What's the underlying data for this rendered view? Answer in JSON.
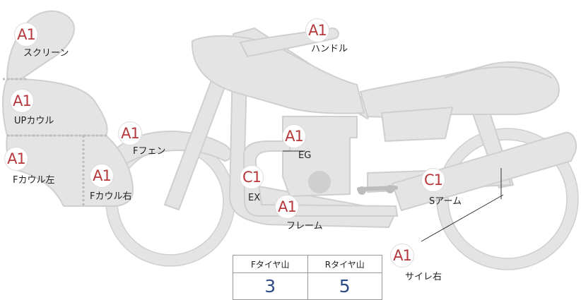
{
  "parts": [
    {
      "id": "screen",
      "grade": "A1",
      "label": "スクリーン"
    },
    {
      "id": "handle",
      "grade": "A1",
      "label": "ハンドル"
    },
    {
      "id": "up-cowl",
      "grade": "A1",
      "label": "UPカウル"
    },
    {
      "id": "front-fender",
      "grade": "A1",
      "label": "Fフェン"
    },
    {
      "id": "engine",
      "grade": "A1",
      "label": "EG"
    },
    {
      "id": "front-cowl-left",
      "grade": "A1",
      "label": "Fカウル左"
    },
    {
      "id": "front-cowl-right",
      "grade": "A1",
      "label": "Fカウル右"
    },
    {
      "id": "exhaust",
      "grade": "C1",
      "label": "EX"
    },
    {
      "id": "swing-arm",
      "grade": "C1",
      "label": "Sアーム"
    },
    {
      "id": "frame",
      "grade": "A1",
      "label": "フレーム"
    },
    {
      "id": "silencer-right",
      "grade": "A1",
      "label": "サイレ右"
    }
  ],
  "tread": {
    "headers": [
      "Fタイヤ山",
      "Rタイヤ山"
    ],
    "values": [
      "3",
      "5"
    ]
  },
  "colors": {
    "body_fill": "#e4e4e4",
    "body_stroke": "#cfcfcf",
    "grade_text": "#b5383d",
    "tread_value": "#2e4a86"
  }
}
